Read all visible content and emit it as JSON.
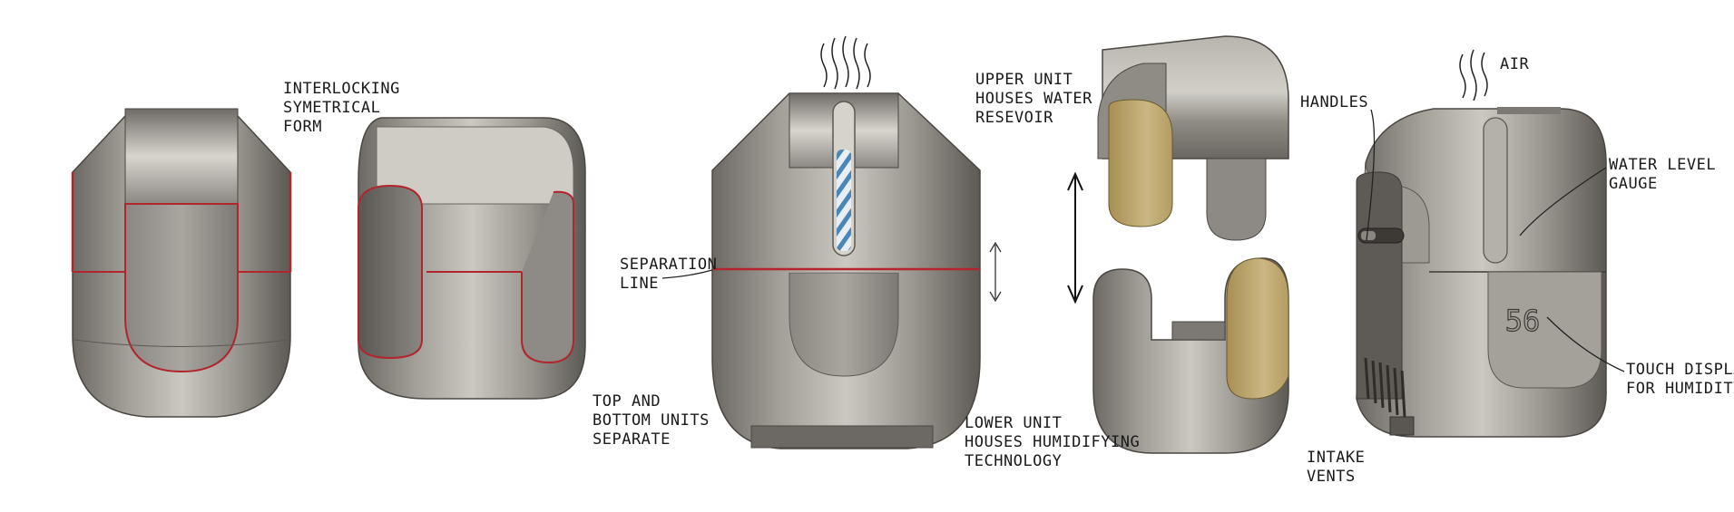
{
  "labels": {
    "interlocking": [
      "INTERLOCKING",
      "SYMETRICAL",
      "FORM"
    ],
    "separation": [
      "SEPARATION",
      "LINE"
    ],
    "top_bottom": [
      "TOP AND",
      "BOTTOM UNITS",
      "SEPARATE"
    ],
    "upper_unit": [
      "UPPER UNIT",
      "HOUSES WATER",
      "RESEVOIR"
    ],
    "lower_unit": [
      "LOWER UNIT",
      "HOUSES HUMIDIFYING",
      "TECHNOLOGY"
    ],
    "handles": "HANDLES",
    "air": "AIR",
    "water_level": [
      "WATER LEVEL",
      "GAUGE"
    ],
    "touch_display": [
      "TOUCH DISPLAY",
      "FOR HUMIDITY"
    ],
    "intake": [
      "INTAKE",
      "VENTS"
    ]
  },
  "display_reading": "56",
  "colors": {
    "metal_light": "#c9c6c1",
    "metal_mid": "#8d8a85",
    "metal_dark": "#4f4c48",
    "reservoir": "#b9a46a",
    "seam": "#b0262c",
    "gauge_stripe": "#4a86b8"
  }
}
